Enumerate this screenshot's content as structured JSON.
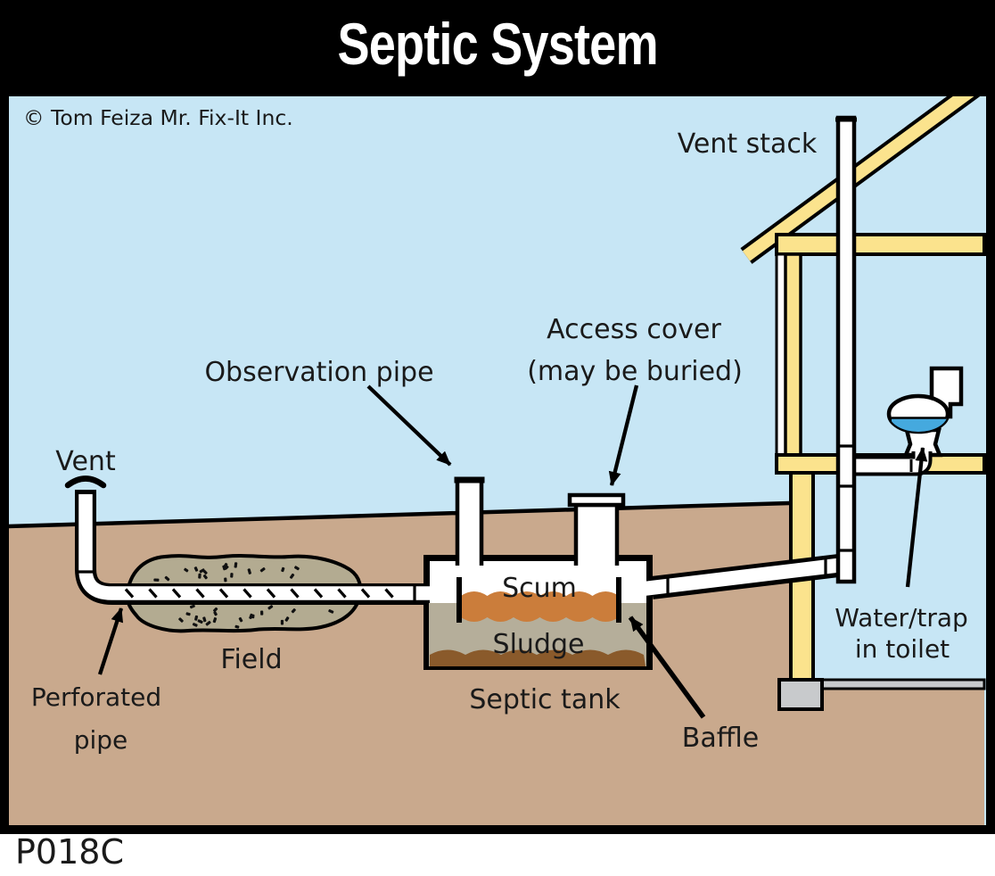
{
  "title": "Septic System",
  "copyright": "© Tom Feiza Mr. Fix-It Inc.",
  "figure_code": "P018C",
  "labels": {
    "vent_stack": "Vent stack",
    "access_cover_line1": "Access cover",
    "access_cover_line2": "(may be buried)",
    "observation_pipe": "Observation pipe",
    "vent": "Vent",
    "scum": "Scum",
    "sludge": "Sludge",
    "field": "Field",
    "perforated_pipe_line1": "Perforated",
    "perforated_pipe_line2": "pipe",
    "septic_tank": "Septic tank",
    "baffle": "Baffle",
    "water_trap_line1": "Water/trap",
    "water_trap_line2": "in toilet"
  },
  "colors": {
    "sky": "#c7e6f5",
    "ground": "#c9a98d",
    "wood": "#fbe38d",
    "field": "#b3ab91",
    "scum": "#cb7d3b",
    "sludge": "#b5ae9a",
    "sludge_dark": "#8a5a2b",
    "water": "#45a9de",
    "concrete": "#c8cacc",
    "ink": "#000000",
    "label": "#1a1a1a",
    "banner_bg": "#000000",
    "banner_fg": "#ffffff",
    "page_bg": "#ffffff"
  }
}
